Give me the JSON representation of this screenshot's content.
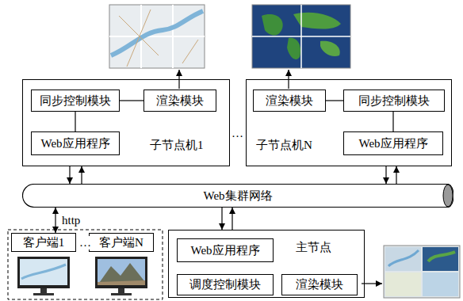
{
  "diagram": {
    "nodes": [
      {
        "text": [
          "子节点机1"
        ]
      },
      {
        "text": [
          "同步控制模块"
        ],
        "in": 0
      },
      {
        "text": [
          "渲染模块"
        ],
        "in": 0
      },
      {
        "text": [
          "Web应用程序"
        ],
        "in": 0
      },
      {
        "text": [
          "子节点机N"
        ]
      },
      {
        "text": [
          "渲染模块"
        ],
        "in": 4
      },
      {
        "text": [
          "同步控制模块"
        ],
        "in": 4
      },
      {
        "text": [
          "Web应用程序"
        ],
        "in": 4
      },
      {
        "text": [
          "Web集群网络"
        ]
      },
      {
        "text": [
          "客户端1"
        ]
      },
      {
        "text": [
          "客户端N"
        ]
      },
      {
        "text": [
          "主节点"
        ]
      },
      {
        "text": [
          "Web应用程序"
        ],
        "in": 11
      },
      {
        "text": [
          "调度控制模块"
        ],
        "in": 11
      },
      {
        "text": [
          "渲染模块"
        ],
        "in": 11
      }
    ],
    "edges": [
      {
        "from": 1,
        "to": 2,
        "arrow": "none"
      },
      {
        "from": 1,
        "to": 3,
        "arrow": "none"
      },
      {
        "from": 6,
        "to": 5,
        "arrow": "none"
      },
      {
        "from": 6,
        "to": 7,
        "arrow": "none"
      },
      {
        "from": 0,
        "to": 8,
        "arrow": "to"
      },
      {
        "from": 8,
        "to": 0,
        "arrow": "to"
      },
      {
        "from": 4,
        "to": 8,
        "arrow": "to"
      },
      {
        "from": 8,
        "to": 4,
        "arrow": "to"
      },
      {
        "from": 8,
        "to": 11,
        "arrow": "to"
      },
      {
        "from": 11,
        "to": 8,
        "arrow": "to"
      },
      {
        "from": 9,
        "to": 8,
        "label": "http",
        "arrow": "both"
      }
    ],
    "labels": [
      "…",
      "…"
    ]
  }
}
